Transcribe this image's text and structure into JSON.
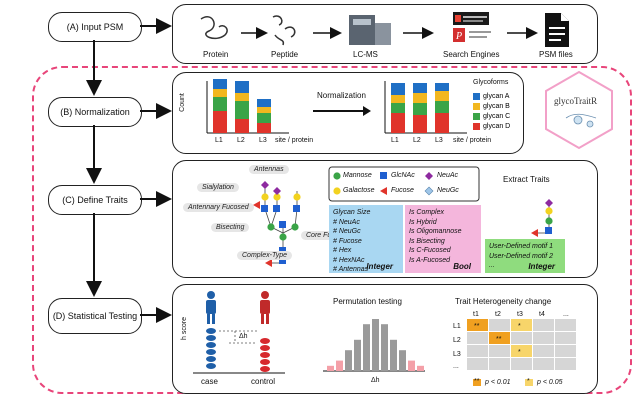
{
  "steps": {
    "a": "(A) Input PSM",
    "b": "(B) Normalization",
    "c": "(C) Define Traits",
    "d": "(D) Statistical Testing"
  },
  "input_panel": {
    "items": [
      "Protein",
      "Peptide",
      "LC-MS",
      "Search Engines",
      "PSM files"
    ]
  },
  "norm_panel": {
    "count_label": "Count",
    "x_labels": [
      "L1",
      "L2",
      "L3"
    ],
    "x_axis_title": "site / protein",
    "arrow_label": "Normalization",
    "legend_title": "Glycoforms",
    "legend": [
      {
        "name": "glycan A",
        "color": "#1f6fc5"
      },
      {
        "name": "glycan B",
        "color": "#f2b71f"
      },
      {
        "name": "glycan C",
        "color": "#3aa447"
      },
      {
        "name": "glycan D",
        "color": "#e0342b"
      }
    ]
  },
  "logo": {
    "text": "glycoTraitR"
  },
  "traits_panel": {
    "structure_labels": [
      "Antennas",
      "Sialylation",
      "Antennary Fucosed",
      "Bisecting",
      "Core Fucosed",
      "Complex-Type"
    ],
    "symbols": [
      "Mannose",
      "GlcNAc",
      "NeuAc",
      "Galactose",
      "Fucose",
      "NeuGc"
    ],
    "extract_title": "Extract Traits",
    "integer_list": [
      "Glycan Size",
      "# NeuAc",
      "# NeuGc",
      "# Fucose",
      "# Hex",
      "# HexNAc",
      "# Antennas"
    ],
    "integer_label": "Integer",
    "bool_list": [
      "Is Complex",
      "Is Hybrid",
      "Is Oligomannose",
      "Is Bisecting",
      "Is C-Fucosed",
      "Is A-Fucosed"
    ],
    "bool_label": "Bool",
    "motif_list": [
      "User-Defined motif 1",
      "User-Defined motif 2",
      "..."
    ],
    "motif_label": "Integer"
  },
  "stat_panel": {
    "y_label": "h score",
    "delta_label": "Δh",
    "groups": [
      "case",
      "control"
    ],
    "perm_title": "Permutation testing",
    "perm_xlabel": "Δh",
    "perm_bars": [
      1,
      2,
      4,
      6,
      9,
      10,
      9,
      6,
      4,
      2,
      1
    ],
    "hetero_title": "Trait Heterogeneity change",
    "hetero_cols": [
      "t1",
      "t2",
      "t3",
      "t4",
      "..."
    ],
    "hetero_rows": [
      "L1",
      "L2",
      "L3",
      "..."
    ],
    "hetero_cells": [
      {
        "row": 0,
        "col": 0,
        "mark": "**",
        "color": "#f0a020"
      },
      {
        "row": 0,
        "col": 2,
        "mark": "*",
        "color": "#f7d56a"
      },
      {
        "row": 1,
        "col": 1,
        "mark": "**",
        "color": "#f0a020"
      },
      {
        "row": 2,
        "col": 2,
        "mark": "*",
        "color": "#f7d56a"
      }
    ],
    "legend_strong": "p < 0.01",
    "legend_strong_mark": "**",
    "legend_weak": "p < 0.05",
    "legend_weak_mark": "*"
  }
}
